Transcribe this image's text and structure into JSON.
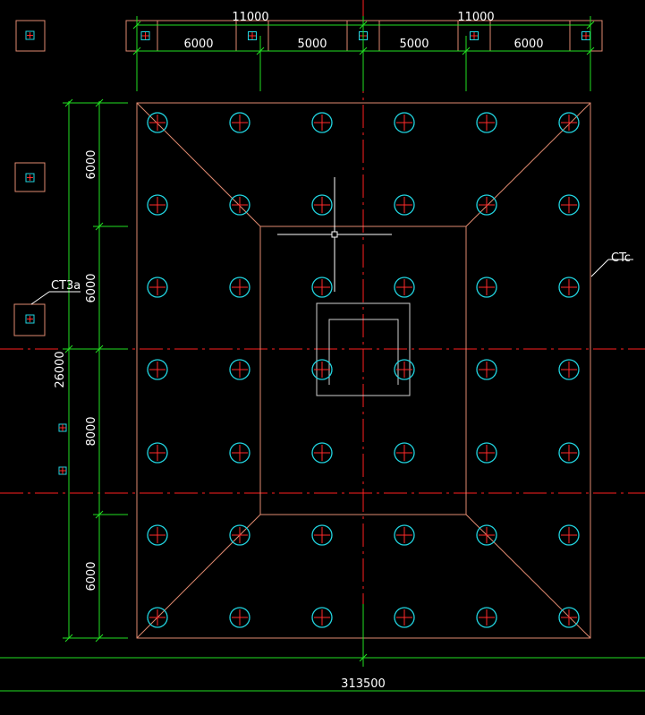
{
  "drawing": {
    "colors": {
      "background": "#000000",
      "outline": "#e08a70",
      "pile_circle": "#22d4e0",
      "pile_cross": "#ff2a2a",
      "axis": "#ff2020",
      "dimension": "#22e022",
      "text": "#ffffff",
      "core_wall": "#cfcfcf",
      "cursor": "#ffffff"
    },
    "top_dims": {
      "overall_left": "11000",
      "overall_right": "11000",
      "spans": [
        "6000",
        "5000",
        "5000",
        "6000"
      ]
    },
    "left_dims": {
      "overall": "26000",
      "spans": [
        "6000",
        "6000",
        "8000",
        "6000"
      ]
    },
    "labels": {
      "cap_main": "CTc",
      "cap_small": "CT3a"
    },
    "bottom_coordinate": "313500",
    "pile_grid": {
      "rows": 7,
      "columns": 6
    }
  }
}
